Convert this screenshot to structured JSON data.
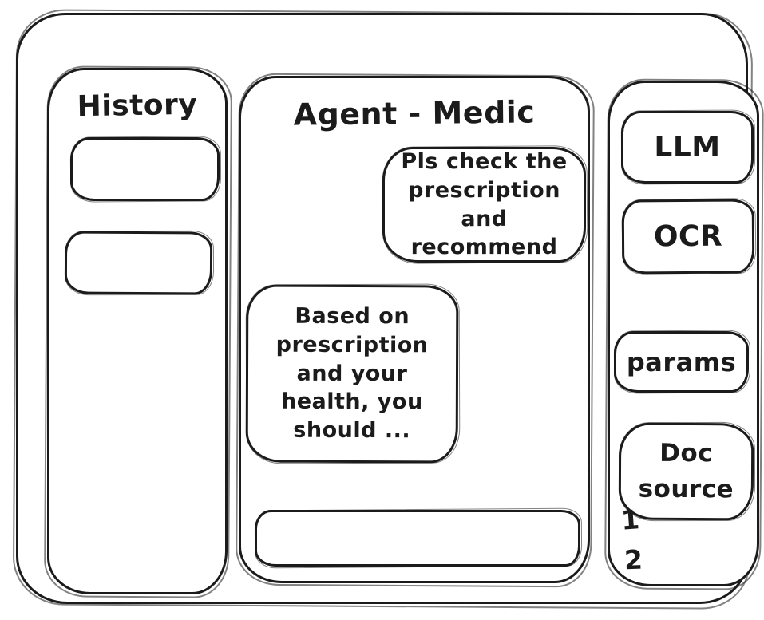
{
  "window": {
    "background": "#ffffff",
    "ink": "#1b1b1b"
  },
  "sidebar": {
    "title": "History",
    "items": [
      {
        "label": ""
      },
      {
        "label": ""
      }
    ]
  },
  "chat": {
    "title": "Agent - Medic",
    "messages": [
      {
        "role": "user",
        "text": "Pls check the prescription and recommend"
      },
      {
        "role": "assistant",
        "text": "Based on prescription and your health, you should ..."
      }
    ],
    "input": {
      "value": "",
      "placeholder": ""
    }
  },
  "tools": {
    "buttons": [
      {
        "label": "LLM"
      },
      {
        "label": "OCR"
      },
      {
        "label": "params"
      },
      {
        "label": "Doc source"
      }
    ],
    "doc_list": [
      "1",
      "2"
    ]
  }
}
